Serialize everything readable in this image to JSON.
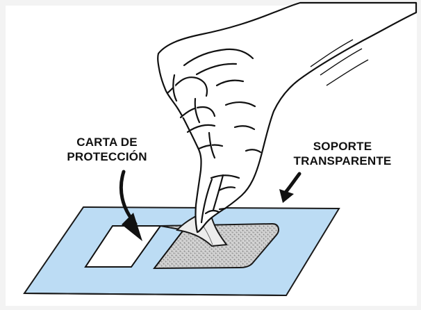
{
  "labels": {
    "protection_sheet": {
      "line1": "CARTA DE",
      "line2": "PROTECCIÓN"
    },
    "transparent_support": {
      "line1": "SOPORTE",
      "line2": "TRANSPARENTE"
    }
  },
  "colors": {
    "sheet_fill": "#bcdcf4",
    "sheet_stroke": "#1a1a1a",
    "window_fill": "#ffffff",
    "pattern_fill": "#d9d9d9",
    "background": "#ffffff"
  },
  "icons": {
    "hand": "hand-icon",
    "pointer_left": "arrow-left-icon",
    "pointer_right": "arrow-right-icon"
  }
}
